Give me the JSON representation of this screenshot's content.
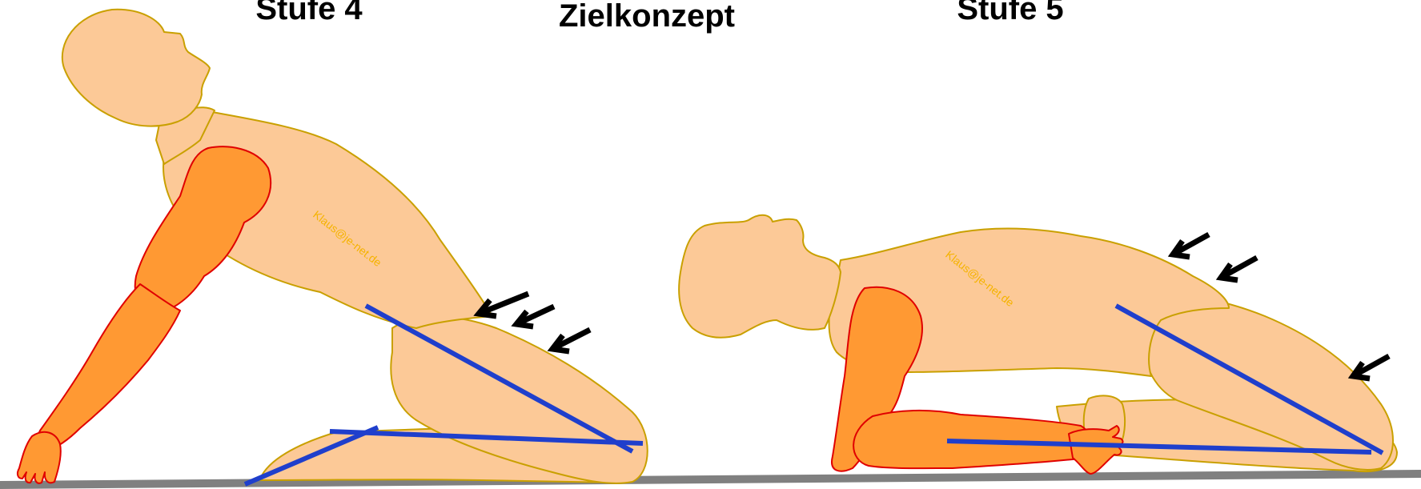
{
  "titles": {
    "left": "Stufe 4",
    "center": "Zielkonzept",
    "right": "Stufe 5"
  },
  "watermark": "Klaus@je-net.de",
  "colors": {
    "skin": "#fcc997",
    "skin_outline": "#c9a000",
    "limb": "#ff9933",
    "limb_outline": "#e00000",
    "guide_line": "#1f3fcc",
    "arrow": "#000000",
    "floor": "#808080",
    "watermark": "#f5b300"
  }
}
